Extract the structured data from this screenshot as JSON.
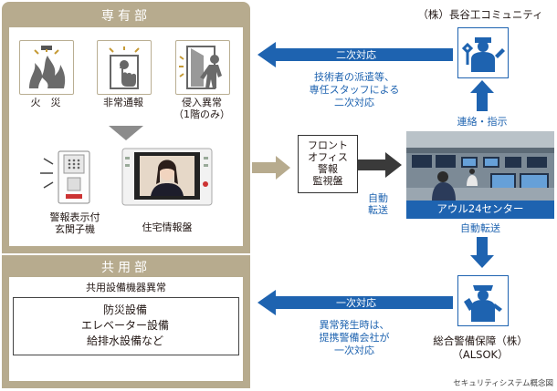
{
  "private_area": {
    "title": "専有部",
    "icons": [
      {
        "name": "fire-icon",
        "label": "火　災"
      },
      {
        "name": "emergency-call-icon",
        "label": "非常通報"
      },
      {
        "name": "intrusion-icon",
        "label_line1": "侵入異常",
        "label_line2": "（1階のみ）"
      }
    ],
    "entrance_unit_line1": "警報表示付",
    "entrance_unit_line2": "玄関子機",
    "home_panel": "住宅情報盤"
  },
  "common_area": {
    "title": "共用部",
    "subtitle": "共用設備機器異常",
    "items": [
      "防災設備",
      "エレベーター設備",
      "給排水設備など"
    ]
  },
  "front_office": {
    "lines": [
      "フロント",
      "オフィス",
      "警報",
      "監視盤"
    ]
  },
  "auto_transfer_1": [
    "自動",
    "転送"
  ],
  "center": {
    "label": "アウル24センター",
    "auto_transfer": "自動転送"
  },
  "hasegawa": {
    "name": "（株）長谷工コミュニティ",
    "contact": "連絡・指示",
    "secondary": "二次対応",
    "desc": [
      "技術者の派遣等、",
      "専任スタッフによる",
      "二次対応"
    ]
  },
  "alsok": {
    "name_line1": "総合警備保障（株）",
    "name_line2": "（ALSOK）",
    "primary": "一次対応",
    "desc": [
      "異常発生時は、",
      "提携警備会社が",
      "一次対応"
    ]
  },
  "caption": "セキュリティシステム概念図",
  "colors": {
    "panel": "#b7ab8e",
    "blue": "#1e63b0",
    "dark_arrow": "#3a3a3a",
    "tan_arrow": "#b7ab8e"
  }
}
